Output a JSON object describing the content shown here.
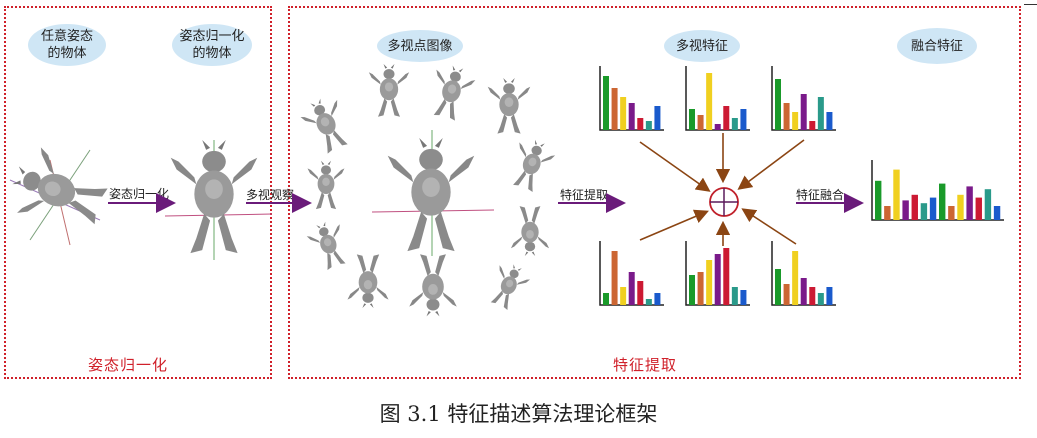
{
  "bubbles": {
    "arbitrary_pose": "任意姿态\n的物体",
    "normalized_pose": "姿态归一化\n的物体",
    "multiview_images": "多视点图像",
    "multiview_features": "多视特征",
    "fused_features": "融合特征"
  },
  "arrows": {
    "pose_normalization": "姿态归一化",
    "multiview_observation": "多视观察",
    "feature_extraction": "特征提取",
    "feature_fusion": "特征融合"
  },
  "sections": {
    "left": "姿态归一化",
    "right": "特征提取"
  },
  "caption": "图 3.1    特征描述算法理论框架",
  "colors": {
    "frame": "#d0202a",
    "arrow_purple": "#6a1b7a",
    "arrow_brown": "#8b4513",
    "bubble": "#cfe6f5",
    "bar_palette": [
      "#1a9a2a",
      "#cc6633",
      "#f0d020",
      "#7a1a8a",
      "#cc1a33",
      "#2a9a8a",
      "#1a5acc"
    ]
  },
  "histograms": [
    [
      0.9,
      0.7,
      0.55,
      0.45,
      0.2,
      0.15,
      0.4
    ],
    [
      0.35,
      0.25,
      0.95,
      0.1,
      0.4,
      0.2,
      0.35
    ],
    [
      0.85,
      0.45,
      0.3,
      0.6,
      0.15,
      0.55,
      0.3
    ],
    [
      0.2,
      0.9,
      0.3,
      0.55,
      0.4,
      0.1,
      0.2
    ],
    [
      0.5,
      0.55,
      0.75,
      0.85,
      0.95,
      0.3,
      0.25
    ],
    [
      0.6,
      0.35,
      0.9,
      0.45,
      0.3,
      0.2,
      0.3
    ]
  ],
  "fused_histogram": [
    0.7,
    0.25,
    0.9,
    0.35,
    0.45,
    0.3,
    0.4,
    0.65,
    0.25,
    0.45,
    0.6,
    0.4,
    0.55,
    0.25
  ]
}
